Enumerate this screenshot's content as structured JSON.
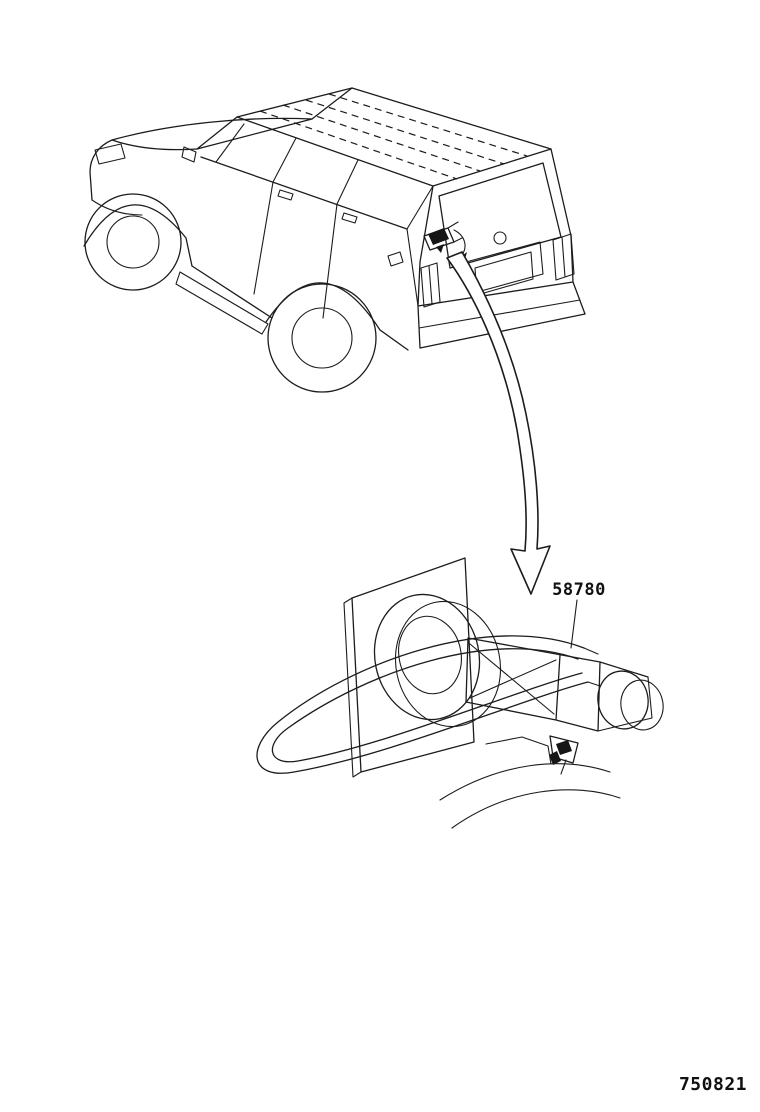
{
  "page": {
    "background": "#ffffff",
    "line_color": "#1c1c1c"
  },
  "labels": {
    "part_number": "58780",
    "figure_number": "750821"
  },
  "illustration": {
    "vehicle": "suv-rear-three-quarter-line-drawing",
    "vehicle_callout": "rear-hatch-component",
    "detail": "spare-tire-carrier-winch-with-cable-loop"
  }
}
